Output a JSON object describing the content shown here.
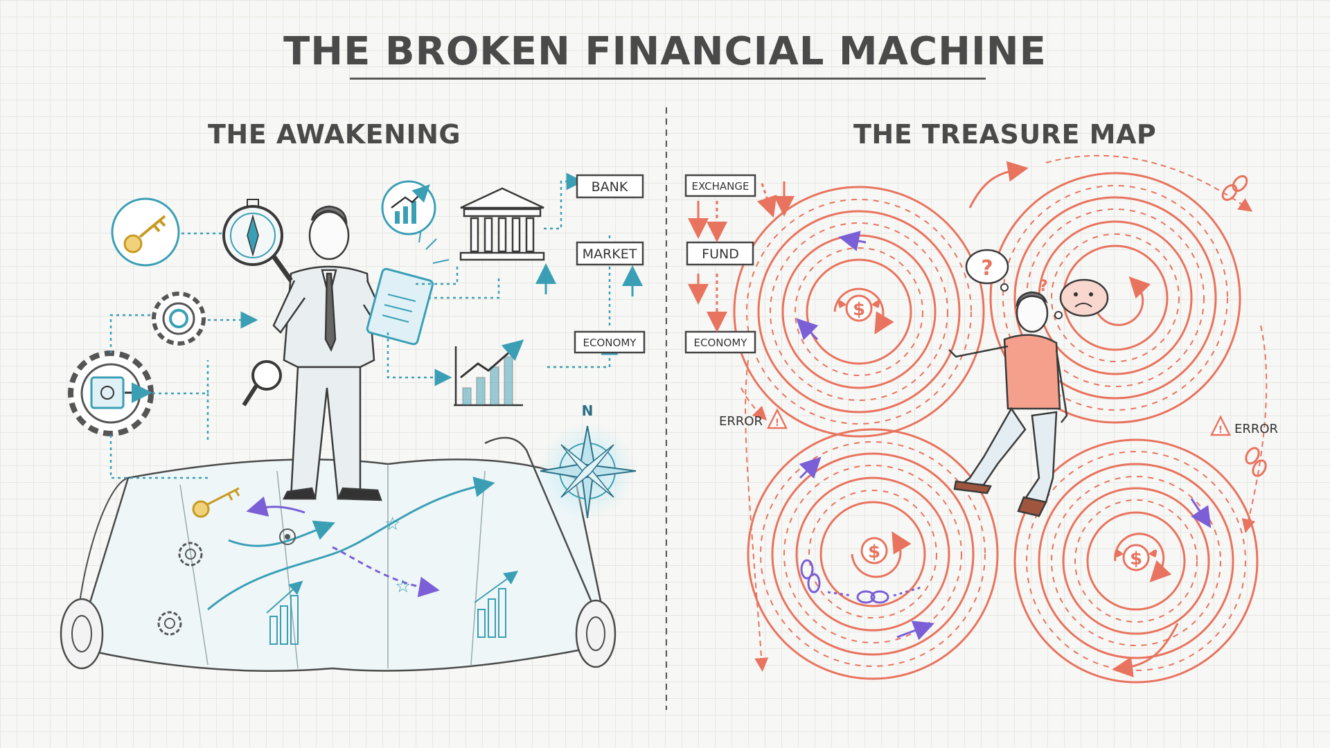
{
  "title": "THE BROKEN FINANCIAL MACHINE",
  "left": {
    "heading": "THE AWAKENING",
    "boxes": {
      "bank": "BANK",
      "market": "MARKET",
      "economy": "ECONOMY"
    },
    "compass_letter": "N"
  },
  "right": {
    "heading": "THE TREASURE MAP",
    "boxes": {
      "exchange": "EXCHANGE",
      "fund": "FUND",
      "economy": "ECONOMY"
    },
    "error_left": "ERROR",
    "error_right": "ERROR",
    "thought_q": "?",
    "dollar": "$"
  },
  "colors": {
    "teal": "#3a9fb5",
    "coral": "#e8735e",
    "purple": "#7a5fd6",
    "gold": "#e4b43a",
    "ink": "#3a3a3a"
  }
}
